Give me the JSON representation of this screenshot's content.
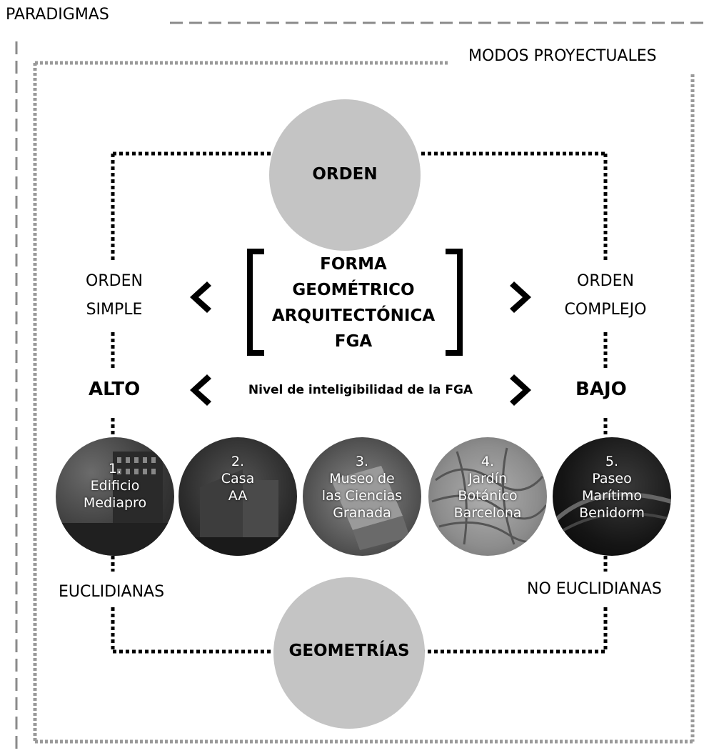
{
  "paradigmas_label": "PARADIGMAS",
  "modos_label": "MODOS PROYECTUALES",
  "orden_circle": "ORDEN",
  "geometrias_circle": "GEOMETRÍAS",
  "center_title": [
    "FORMA",
    "GEOMÉTRICO",
    "ARQUITECTÓNICA",
    "FGA"
  ],
  "left_order": [
    "ORDEN",
    "SIMPLE"
  ],
  "right_order": [
    "ORDEN",
    "COMPLEJO"
  ],
  "level_left": "ALTO",
  "level_right": "BAJO",
  "level_caption": "Nivel de inteligibilidad de la FGA",
  "geometry_left": "EUCLIDIANAS",
  "geometry_right": "NO EUCLIDIANAS",
  "examples": [
    {
      "lines": [
        "1.",
        "Edificio",
        "Mediapro"
      ]
    },
    {
      "lines": [
        "2.",
        "Casa",
        "AA"
      ]
    },
    {
      "lines": [
        "3.",
        "Museo de",
        "las Ciencias",
        "Granada"
      ]
    },
    {
      "lines": [
        "4.",
        "Jardín",
        "Botánico",
        "Barcelona"
      ]
    },
    {
      "lines": [
        "5.",
        "Paseo",
        "Marítimo",
        "Benidorm"
      ]
    }
  ],
  "colors": {
    "circle_fill": "#c4c4c4",
    "outer_dash": "#8a8a8a",
    "inner_dotted": "#9a9a9a",
    "connector": "#000000"
  },
  "icons": {
    "chevron_left": "chevron-left-icon",
    "chevron_right": "chevron-right-icon",
    "bracket_left": "bracket-left-icon",
    "bracket_right": "bracket-right-icon"
  }
}
